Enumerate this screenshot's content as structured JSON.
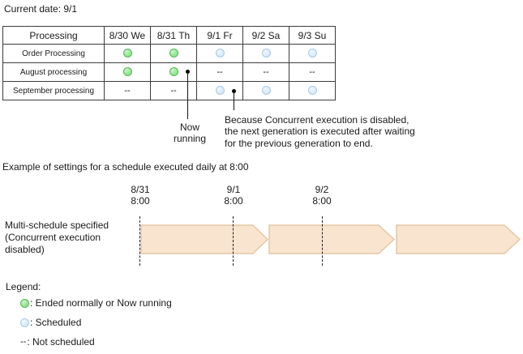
{
  "current_date": "Current date: 9/1",
  "table": {
    "columns": [
      "Processing",
      "8/30 We",
      "8/31 Th",
      "9/1 Fr",
      "9/2 Sa",
      "9/3 Su"
    ],
    "rows": [
      {
        "label": "Order Processing",
        "cells": [
          "green",
          "green",
          "blue",
          "blue",
          "blue"
        ]
      },
      {
        "label": "August processing",
        "cells": [
          "green",
          "green",
          "--",
          "--",
          "--"
        ]
      },
      {
        "label": "September processing",
        "cells": [
          "--",
          "--",
          "blue",
          "blue",
          "blue"
        ]
      }
    ]
  },
  "annotations": {
    "now_running": "Now\nrunning",
    "concurrent_note": "Because Concurrent execution is disabled,\nthe next generation is executed after waiting\nfor the previous generation to end."
  },
  "example_title": "Example of settings for a schedule executed daily at 8:00",
  "timeline": {
    "row_label": "Multi-schedule specified\n(Concurrent execution\n disabled)",
    "ticks": [
      {
        "date": "8/31",
        "time": "8:00"
      },
      {
        "date": "9/1",
        "time": "8:00"
      },
      {
        "date": "9/2",
        "time": "8:00"
      }
    ]
  },
  "legend": {
    "title": "Legend:",
    "items": [
      {
        "symbol": "green",
        "label": ": Ended normally or Now running"
      },
      {
        "symbol": "blue",
        "label": ": Scheduled"
      },
      {
        "symbol": "--",
        "label": ": Not scheduled"
      }
    ]
  },
  "colors": {
    "ended_or_running": "#92e592",
    "scheduled": "#d8eafa",
    "arrow_fill": "#f9e4cf",
    "arrow_border": "#e4c7a5"
  }
}
